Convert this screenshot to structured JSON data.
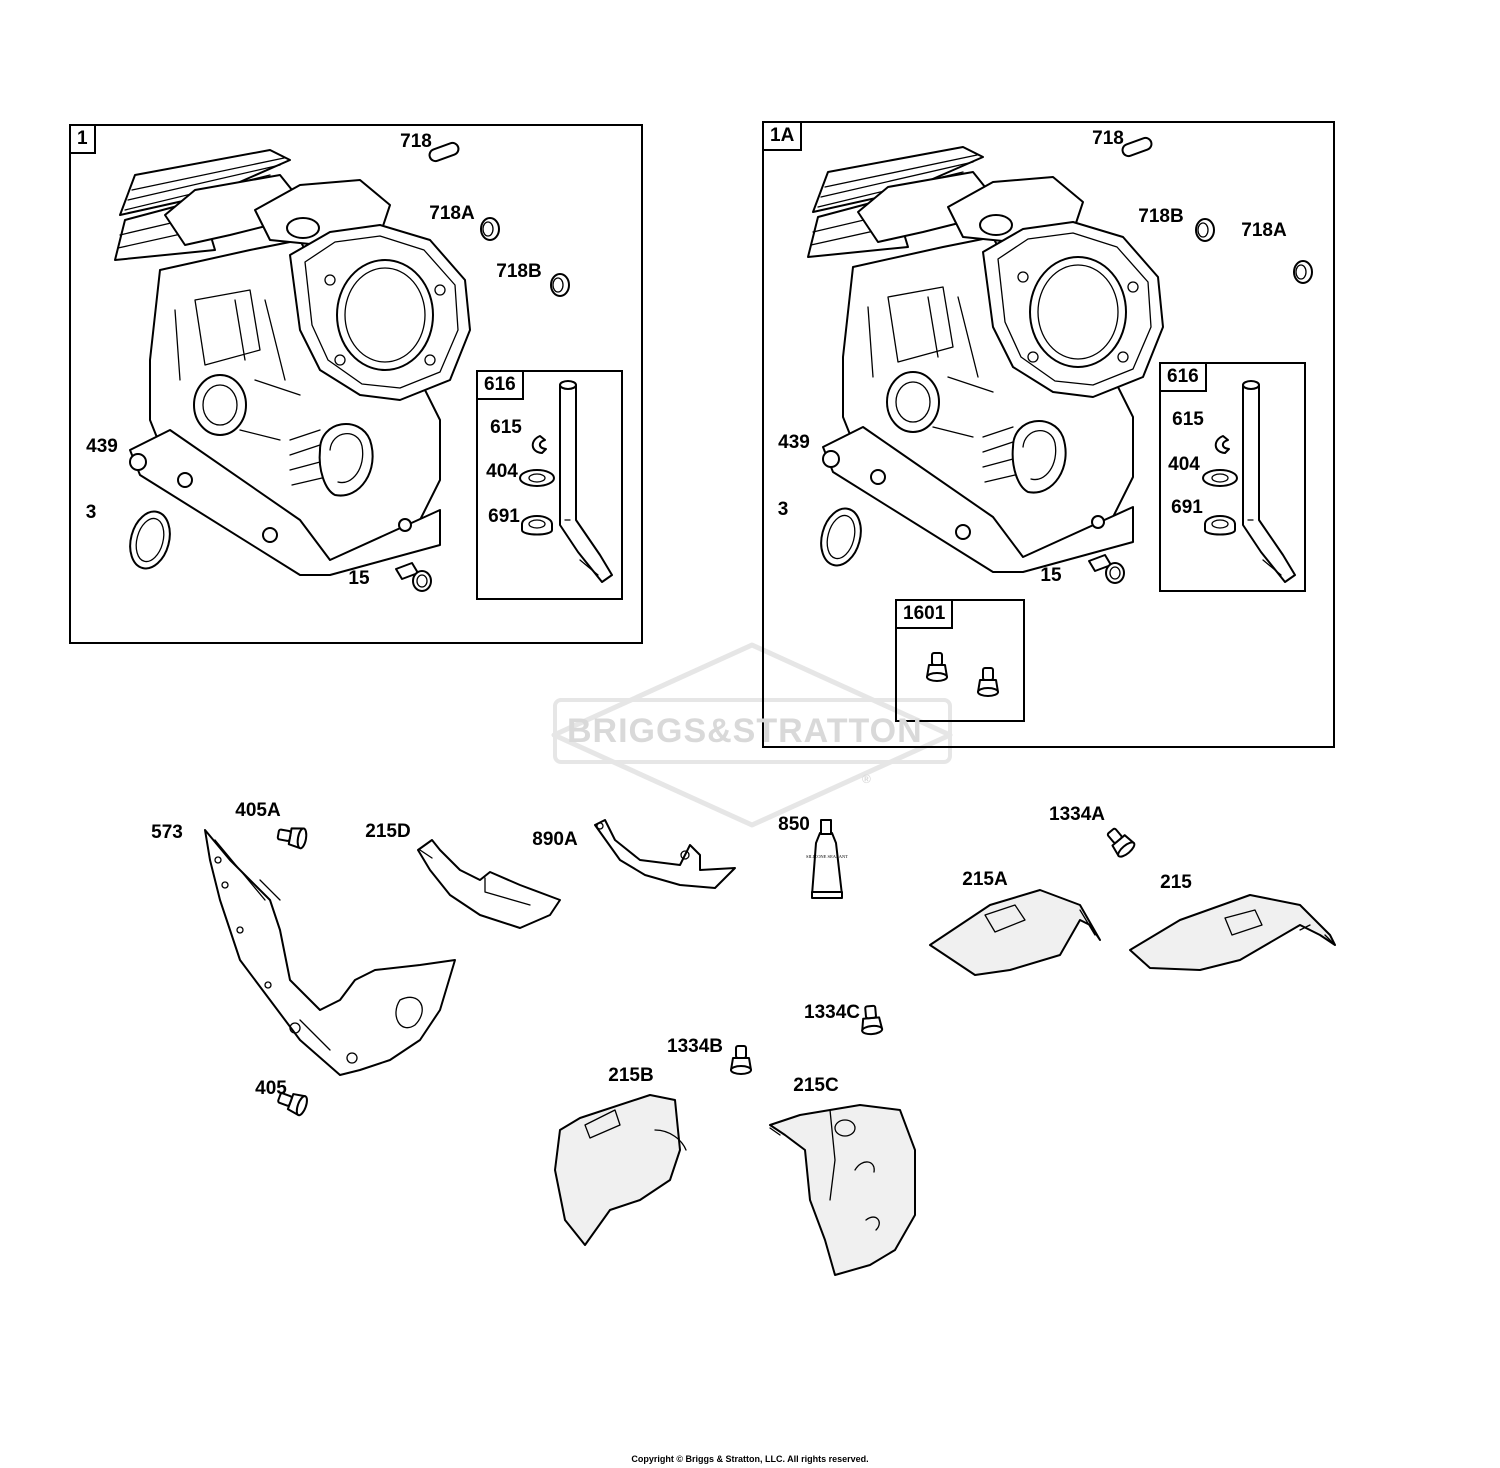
{
  "diagram": {
    "watermark": {
      "text": "BRIGGS&STRATTON",
      "mark": "®"
    },
    "panels": [
      {
        "id": "1",
        "tag": "1",
        "labels": [
          "718",
          "718A",
          "718B",
          "439",
          "3",
          "15"
        ],
        "subpanels": [
          {
            "tag": "616",
            "labels": [
              "615",
              "404",
              "691"
            ]
          }
        ]
      },
      {
        "id": "1A",
        "tag": "1A",
        "labels": [
          "718",
          "718B",
          "718A",
          "439",
          "3",
          "15"
        ],
        "subpanels": [
          {
            "tag": "616",
            "labels": [
              "615",
              "404",
              "691"
            ]
          },
          {
            "tag": "1601",
            "labels": []
          }
        ]
      }
    ],
    "loose_parts": [
      "573",
      "405A",
      "215D",
      "890A",
      "850",
      "1334A",
      "215A",
      "215",
      "1334C",
      "1334B",
      "215B",
      "215C",
      "405"
    ],
    "sealant_text": "SILICONE SEALANT",
    "copyright": "Copyright © Briggs & Stratton, LLC. All rights reserved."
  }
}
